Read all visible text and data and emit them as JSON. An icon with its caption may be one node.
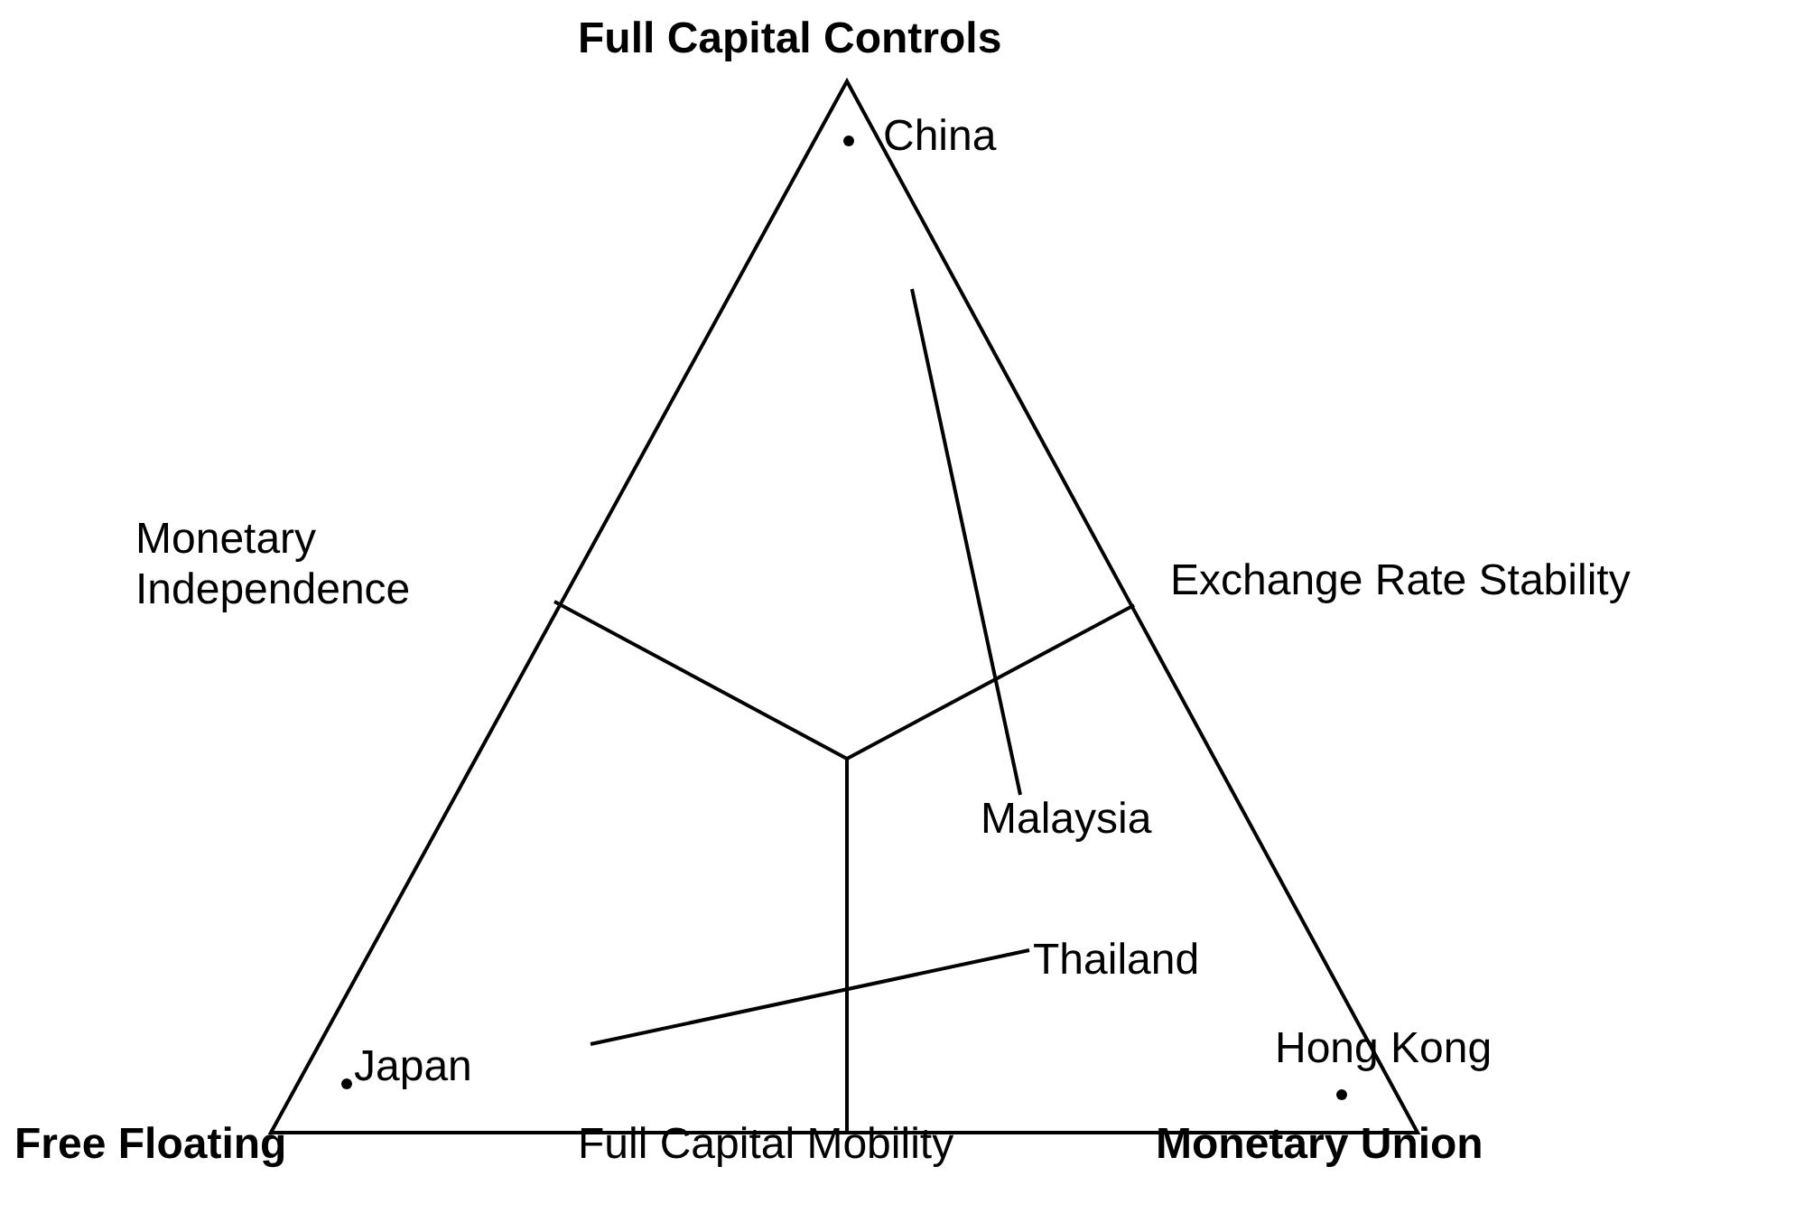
{
  "diagram": {
    "nodes": [
      {
        "text": [
          "Malaysia"
        ]
      },
      {
        "text": [
          "Thailand"
        ]
      }
    ],
    "edges": [
      {
        "from": 0,
        "to": null,
        "arrow": "none"
      },
      {
        "from": 1,
        "to": null,
        "arrow": "none"
      }
    ],
    "labels": [
      "Full Capital Controls",
      "China",
      "Monetary Independence",
      "Exchange Rate Stability",
      "Japan",
      "Hong Kong",
      "Free Floating",
      "Full Capital Mobility",
      "Monetary Union"
    ]
  }
}
